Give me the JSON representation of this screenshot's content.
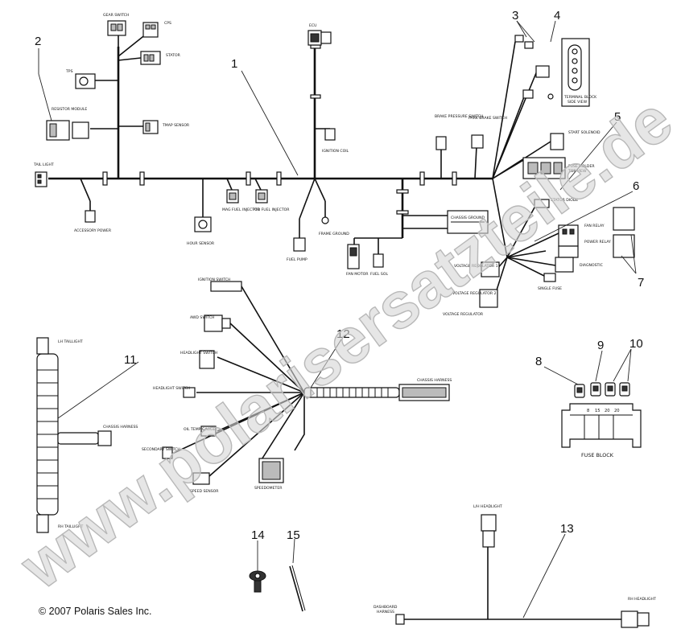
{
  "callouts": [
    "1",
    "2",
    "3",
    "4",
    "5",
    "6",
    "7",
    "8",
    "9",
    "10",
    "11",
    "12",
    "13",
    "14",
    "15"
  ],
  "components": {
    "gear_switch": "GEAR SWITCH",
    "cps": "CPS",
    "stator": "STATOR",
    "tps": "TPS",
    "resistor_module": "RESISTOR MODULE",
    "tmap_sensor": "TMAP SENSOR",
    "tail_light": "TAIL LIGHT",
    "accessory_power": "ACCESSORY POWER",
    "mag_fuel_injector": "MAG FUEL INJECTOR",
    "pto_fuel_injector": "PTO FUEL INJECTOR",
    "hour_sensor": "HOUR SENSOR",
    "ecu": "ECU",
    "ignition_coil": "IGNITION COIL",
    "frame_ground": "FRAME GROUND",
    "fuel_pump": "FUEL PUMP",
    "brake_pressure_switch": "BRAKE PRESSURE SWITCH",
    "park_brake_switch": "PARK BRAKE SWITCH",
    "terminal_block": "TERMINAL BLOCK",
    "terminal_block_side": "SIDE VIEW",
    "start_solenoid": "START SOLENOID",
    "fuse_holder": "FUSE HOLDER",
    "fuse_holder_sub": "TOP VIEW",
    "stator_diode": "STATOR DIODE",
    "fan_relay": "FAN RELAY",
    "power_relay": "POWER RELAY",
    "diagnostic": "DIAGNOSTIC",
    "single_fuse": "SINGLE FUSE",
    "chassis_ground": "CHASSIS GROUND",
    "fan_motor": "FAN MOTOR",
    "fuel_sol": "FUEL SOL",
    "voltage_regulator_1": "VOLTAGE REGULATOR 1",
    "voltage_regulator_2": "VOLTAGE REGULATOR 2",
    "voltage_regulator": "VOLTAGE REGULATOR",
    "ignition_switch": "IGNITION SWITCH",
    "awd_switch": "AWD SWITCH",
    "headlight_switch": "HEADLIGHT SWITCH",
    "chassis_harness_12": "CHASSIS HARNESS",
    "headlight_switch_2": "HEADLIGHT SWITCH",
    "oil_temp_gauge": "OIL TEMP GAUGE",
    "sec_switch": "SECONDARY SWITCH",
    "speed_sensor": "SPEED SENSOR",
    "speedometer": "SPEEDOMETER",
    "lh_taillight": "LH TAILLIGHT",
    "rh_taillight": "RH TAILLIGHT",
    "chassis_harness_11": "CHASSIS HARNESS"
  },
  "fuse_block": {
    "title": "FUSE BLOCK",
    "ratings": [
      "8",
      "15",
      "20",
      "20"
    ]
  },
  "harness_13": {
    "lh_headlight": "L/H HEADLIGHT",
    "rh_headlight": "RH HEADLIGHT",
    "dashboard_line1": "DASHBOARD",
    "dashboard_line2": "HARNESS"
  },
  "copyright": "© 2007 Polaris Sales Inc.",
  "watermark": "www.polarisersatzteile.de"
}
